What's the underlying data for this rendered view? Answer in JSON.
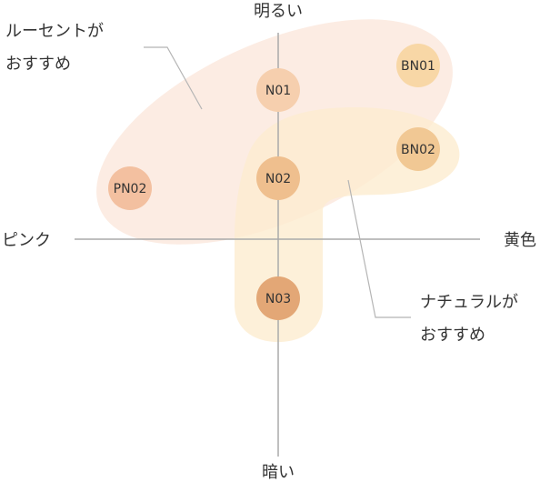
{
  "axes": {
    "top": "明るい",
    "bottom": "暗い",
    "left": "ピンク",
    "right": "黄色"
  },
  "callouts": {
    "lucent": [
      "ルーセントが",
      "おすすめ"
    ],
    "natural": [
      "ナチュラルが",
      "おすすめ"
    ]
  },
  "shades": [
    {
      "id": "N01",
      "color": "#f6cfae"
    },
    {
      "id": "BN01",
      "color": "#f8d7a6"
    },
    {
      "id": "BN02",
      "color": "#f1c894"
    },
    {
      "id": "PN02",
      "color": "#f3c0a0"
    },
    {
      "id": "N02",
      "color": "#efbf8e"
    },
    {
      "id": "N03",
      "color": "#e3a776"
    }
  ],
  "colors": {
    "lucent_zone": "#fbe6da",
    "natural_zone": "#fdeccf",
    "axis": "#aaaaaa",
    "leader": "#b5b5b5"
  }
}
